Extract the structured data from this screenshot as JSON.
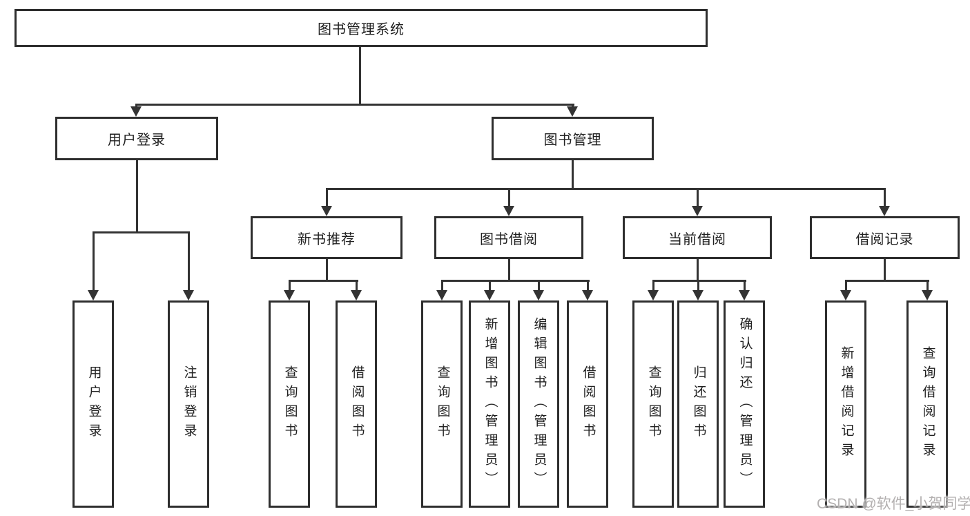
{
  "watermark": "CSDN @软件_小贺同学",
  "colors": {
    "line": "#333333",
    "border": "#2e2e2e",
    "text": "#212121",
    "background": "#ffffff",
    "watermark": "#b3b0b0"
  },
  "nodes": {
    "root": {
      "label": "图书管理系统"
    },
    "level2": {
      "user_login": {
        "label": "用户登录"
      },
      "book_management": {
        "label": "图书管理"
      }
    },
    "level3": {
      "new_book_recommend": {
        "label": "新书推荐"
      },
      "book_borrowing": {
        "label": "图书借阅"
      },
      "current_borrowing": {
        "label": "当前借阅"
      },
      "borrowing_records": {
        "label": "借阅记录"
      }
    },
    "level4": {
      "user_login": {
        "label": "用户登录"
      },
      "logout": {
        "label": "注销登录"
      },
      "recommend_query_books": {
        "label": "查询图书"
      },
      "recommend_borrow_books": {
        "label": "借阅图书"
      },
      "borrowing_query_books": {
        "label": "查询图书"
      },
      "borrowing_add_books": {
        "label": "新增图书（管理员）"
      },
      "borrowing_edit_books": {
        "label": "编辑图书（管理员）"
      },
      "borrowing_borrow_books": {
        "label": "借阅图书"
      },
      "current_query_books": {
        "label": "查询图书"
      },
      "current_return_books": {
        "label": "归还图书"
      },
      "current_confirm_return": {
        "label": "确认归还（管理员）"
      },
      "records_add_record": {
        "label": "新增借阅记录"
      },
      "records_query_record": {
        "label": "查询借阅记录"
      }
    }
  }
}
